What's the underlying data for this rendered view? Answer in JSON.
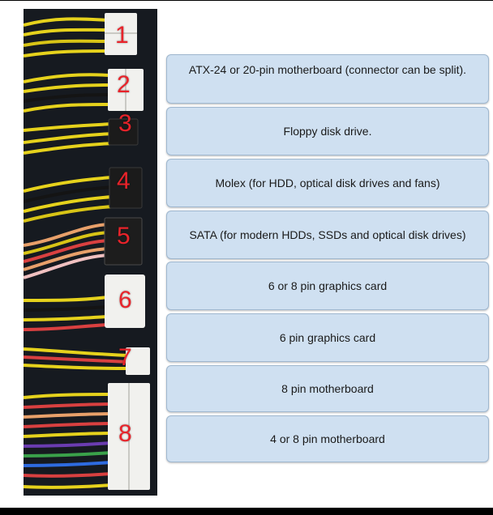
{
  "connector_numbers": [
    "1",
    "2",
    "3",
    "4",
    "5",
    "6",
    "7",
    "8"
  ],
  "answers": [
    "ATX-24 or 20-pin motherboard (connector can be split).",
    "Floppy disk drive.",
    "Molex (for HDD, optical disk drives and fans)",
    "SATA (for modern HDDs, SSDs and optical disk drives)",
    "6 or 8 pin graphics card",
    "6 pin graphics card",
    "8 pin motherboard",
    "4 or 8 pin motherboard"
  ],
  "colors": {
    "answer_bg": "#cfe0f1",
    "answer_border": "#9fb7cf",
    "number_red": "#e8232a",
    "photo_bg": "#161a20"
  }
}
